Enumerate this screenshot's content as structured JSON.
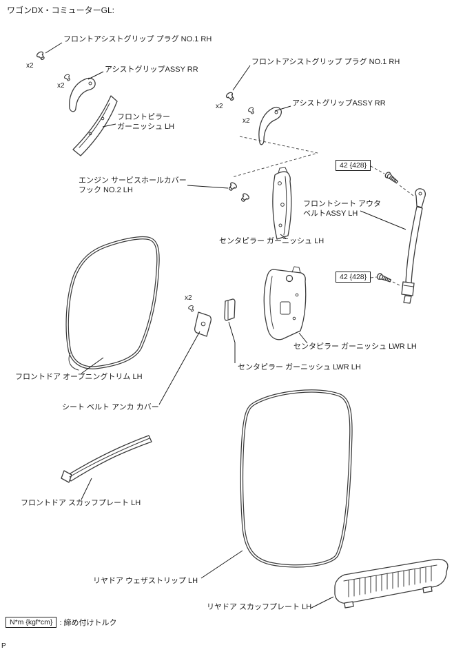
{
  "page": {
    "title": "ワゴンDX・コミューターGL:",
    "corner_mark": "P"
  },
  "legend": {
    "unit": "N*m {kgf*cm}",
    "description": ": 締め付けトルク"
  },
  "torque": {
    "value": "42 {428}"
  },
  "quantity": {
    "x2": "x2"
  },
  "parts": {
    "front_assist_grip_plug": "フロントアシストグリップ  プラグ  NO.1 RH",
    "assist_grip_assy_rr": "アシストグリップASSY RR",
    "front_pillar_garnish_1": "フロントピラー",
    "front_pillar_garnish_2": "ガーニッシュ LH",
    "engine_service_hole_cover_1": "エンジン サービスホールカバー",
    "engine_service_hole_cover_2": "フック NO.2 LH",
    "front_seat_outer_belt_1": "フロントシート アウタ",
    "front_seat_outer_belt_2": "ベルトASSY LH",
    "center_pillar_garnish": "センタピラー  ガーニッシュ  LH",
    "center_pillar_garnish_lwr": "センタピラー  ガーニッシュ  LWR LH",
    "front_door_opening_trim": "フロントドア  オープニングトリム  LH",
    "seat_belt_anchor_cover": "シート ベルト アンカ カバー",
    "front_door_scuff_plate": "フロントドア  スカッフプレート  LH",
    "rear_door_weatherstrip": "リヤドア  ウェザストリップ LH",
    "rear_door_scuff_plate": "リヤドア  スカッフプレート LH"
  }
}
